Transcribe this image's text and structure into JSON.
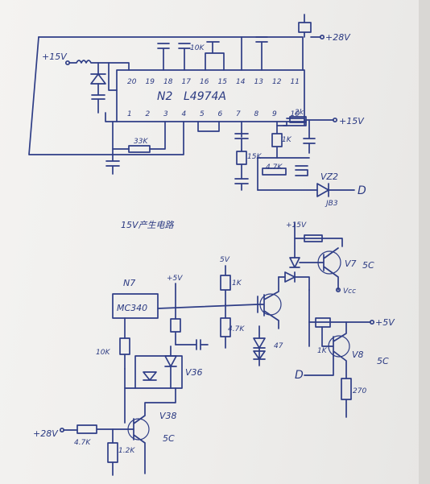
{
  "diagram": {
    "ic_top": {
      "designator": "N2",
      "part": "L4974A",
      "pins_top": [
        "20",
        "19",
        "18",
        "17",
        "16",
        "15",
        "14",
        "13",
        "12",
        "11"
      ],
      "pins_bottom": [
        "1",
        "2",
        "3",
        "4",
        "5",
        "6",
        "7",
        "8",
        "9",
        "10"
      ]
    },
    "labels": {
      "v15_left": "+15V",
      "v28": "+28V",
      "r2k": "2k",
      "v15_right": "+15V",
      "r1k_mid": "1K",
      "r15k": "15K",
      "r47k_mid": "4.7K",
      "vz2": "VZ2",
      "jb3": "JB3",
      "d_top": "D",
      "r33k": "33K",
      "r10k_top": "10K",
      "section_title": "15V产生电路",
      "v15_b": "+15V",
      "v5_b": "5V",
      "r1k_b": "1K",
      "v7": "V7",
      "v7_type": "5C",
      "vcc": "Vcc",
      "n7": "N7",
      "mc340": "MC340",
      "v5_c": "+5V",
      "r47k_b": "4.7K",
      "diode_47": "47",
      "v15_r": "+5V",
      "r1k_c": "1K",
      "v8": "V8",
      "v8_type": "5C",
      "d_bot": "D",
      "r270": "270",
      "r10k_b": "10K",
      "v36": "V36",
      "v28_b": "+28V",
      "v38": "V38",
      "v38_type": "5C",
      "r47k_c": "4.7K",
      "r1k_d": "1.2K"
    }
  }
}
